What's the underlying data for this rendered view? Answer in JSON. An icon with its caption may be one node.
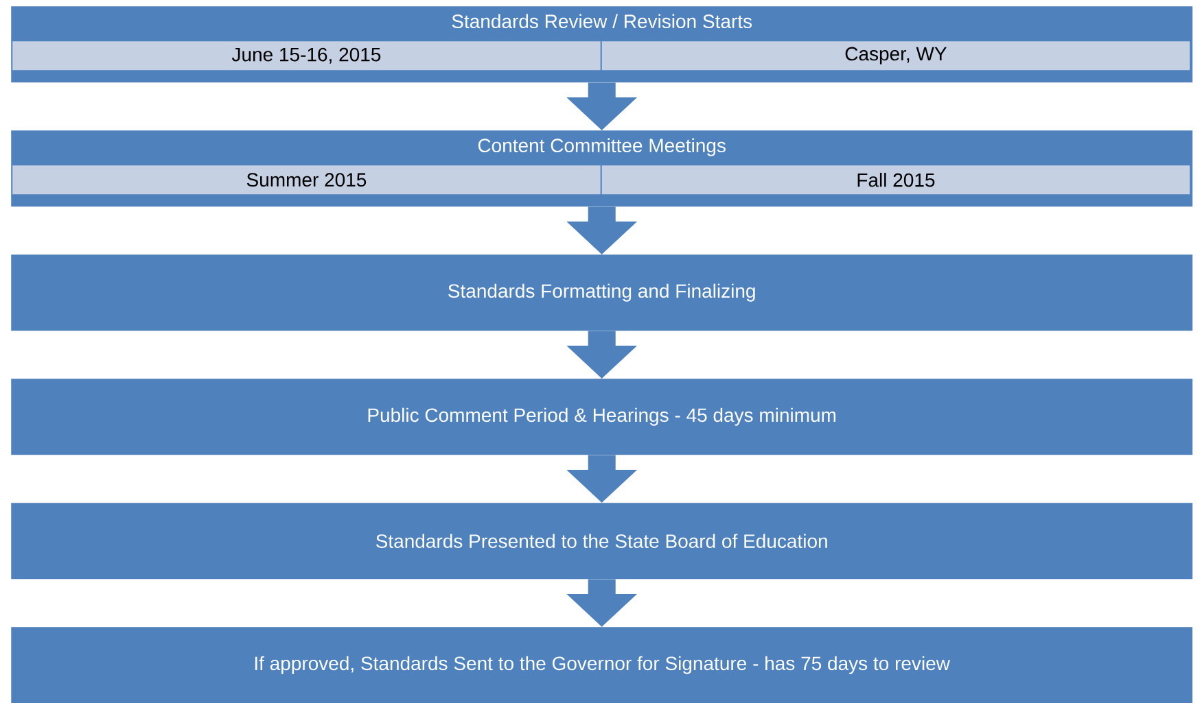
{
  "diagram": {
    "nodes": [
      {
        "text": [
          "Standards Review / Revision Starts"
        ]
      },
      {
        "text": [
          "June 15-16, 2015"
        ],
        "in": 0
      },
      {
        "text": [
          "Casper, WY"
        ],
        "in": 0
      },
      {
        "text": [
          "Content Committee Meetings"
        ]
      },
      {
        "text": [
          "Summer 2015"
        ],
        "in": 3
      },
      {
        "text": [
          "Fall 2015"
        ],
        "in": 3
      },
      {
        "text": [
          "Standards Formatting and Finalizing"
        ]
      },
      {
        "text": [
          "Public Comment Period & Hearings  - 45 days minimum"
        ]
      },
      {
        "text": [
          "Standards Presented to the State Board of Education"
        ]
      },
      {
        "text": [
          "If approved, Standards Sent to the Governor for Signature - has 75 days to review"
        ]
      }
    ],
    "edges": [
      {
        "from": 0,
        "to": 3,
        "arrow": "to"
      },
      {
        "from": 3,
        "to": 6,
        "arrow": "to"
      },
      {
        "from": 6,
        "to": 7,
        "arrow": "to"
      },
      {
        "from": 7,
        "to": 8,
        "arrow": "to"
      },
      {
        "from": 8,
        "to": 9,
        "arrow": "to"
      }
    ]
  }
}
